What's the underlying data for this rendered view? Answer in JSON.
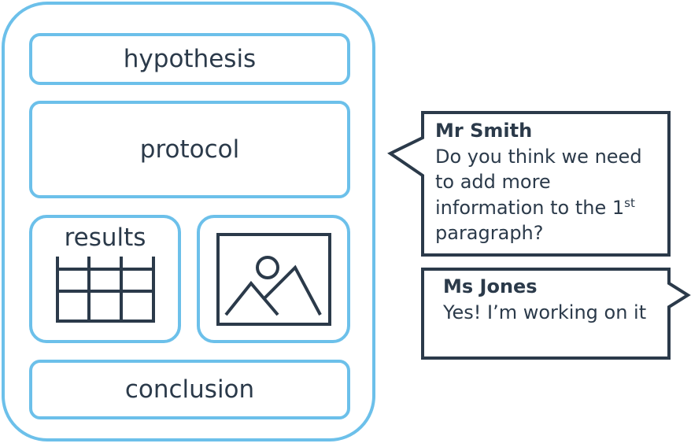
{
  "document": {
    "sections": {
      "hypothesis": "hypothesis",
      "protocol": "protocol",
      "results": "results",
      "conclusion": "conclusion"
    },
    "icons": {
      "results": "table-icon",
      "media": "image-icon"
    },
    "colors": {
      "outline": "#6cc0ea",
      "text": "#2b3a4a",
      "bubble_border": "#2b3a4a"
    }
  },
  "comments": [
    {
      "sender": "Mr Smith",
      "message_before_sup": "Do you think we need to add more information to the 1",
      "message_sup": "st",
      "message_after_sup": " paragraph?"
    },
    {
      "sender": "Ms Jones",
      "message": "Yes! I’m working on it"
    }
  ]
}
